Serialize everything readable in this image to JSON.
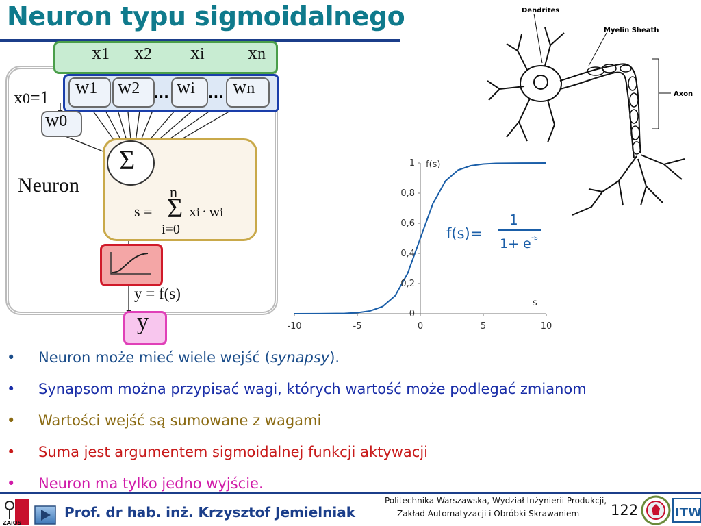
{
  "slide": {
    "title": "Neuron typu sigmoidalnego",
    "page_number": "122"
  },
  "diagram": {
    "inputs": [
      "x",
      "1",
      "x",
      "2",
      "x",
      "i",
      "x",
      "n"
    ],
    "weights": [
      "w",
      "1",
      "w",
      "2",
      "w",
      "i",
      "w",
      "n"
    ],
    "dots": "...",
    "bias_input": [
      "x",
      "0",
      "=1"
    ],
    "bias_weight": [
      "w",
      "0"
    ],
    "neuron_label": "Neuron",
    "sigma_symbol": "Σ",
    "sum_formula": {
      "lhs": "s =",
      "top": "n",
      "bottom": "i=0",
      "x": "x",
      "xi": "i",
      "mul": "·",
      "w": "w",
      "wi": "i"
    },
    "activation_output": "y = f(s)",
    "output_label": "y"
  },
  "neuron_image": {
    "labels": {
      "dendrites": "Dendrites",
      "myelin": "Myelin Sheath",
      "axon": "Axon"
    }
  },
  "chart_data": {
    "type": "line",
    "x": [
      -10,
      -8,
      -6,
      -5,
      -4,
      -3,
      -2,
      -1,
      0,
      1,
      2,
      3,
      4,
      5,
      6,
      8,
      10
    ],
    "series": [
      {
        "values": [
          4.54e-05,
          0.000335,
          0.00247,
          0.00669,
          0.018,
          0.0474,
          0.119,
          0.269,
          0.5,
          0.731,
          0.881,
          0.953,
          0.982,
          0.993,
          0.9975,
          0.99966,
          0.99995
        ]
      }
    ],
    "xlim": [
      -10,
      10
    ],
    "ylim": [
      0,
      1
    ],
    "xticks": [
      "-10",
      "-5",
      "0",
      "5",
      "10"
    ],
    "yticks": [
      "0",
      "0,2",
      "0,4",
      "0,6",
      "0,8",
      "1"
    ],
    "ylabel": "f(s)",
    "xlabel": "s",
    "formula": {
      "lhs": "f(s)=",
      "num": "1",
      "den": "1+ e",
      "exp": "-s"
    },
    "line_color": "#1a5ea8"
  },
  "bullets": [
    {
      "pre": "Neuron może mieć wiele wejść (",
      "em": "synapsy",
      "post": ").",
      "color": "#1b4d8a",
      "dot_color": "#1b4d8a"
    },
    {
      "pre": "Synapsom można przypisać wagi, których wartość może podlegać zmianom",
      "em": "",
      "post": "",
      "color": "#1a2ea8",
      "dot_color": "#1a2ea8"
    },
    {
      "pre": "Wartości wejść są sumowane z wagami",
      "em": "",
      "post": "",
      "color": "#8a6a12",
      "dot_color": "#8a6a12"
    },
    {
      "pre": "Suma jest argumentem sigmoidalnej funkcji aktywacji",
      "em": "",
      "post": "",
      "color": "#c81a1a",
      "dot_color": "#c81a1a"
    },
    {
      "pre": "Neuron ma tylko jedno wyjście.",
      "em": "",
      "post": "",
      "color": "#d01aa8",
      "dot_color": "#d01aa8"
    }
  ],
  "footer": {
    "author": "Prof. dr hab. inż. Krzysztof Jemielniak",
    "institution_line1": "Politechnika Warszawska, Wydział Inżynierii Produkcji,",
    "institution_line2": "Zakład Automatyzacji i Obróbki Skrawaniem",
    "logo_left_text": "ZAiOS",
    "logo_right_text": "ITW"
  }
}
